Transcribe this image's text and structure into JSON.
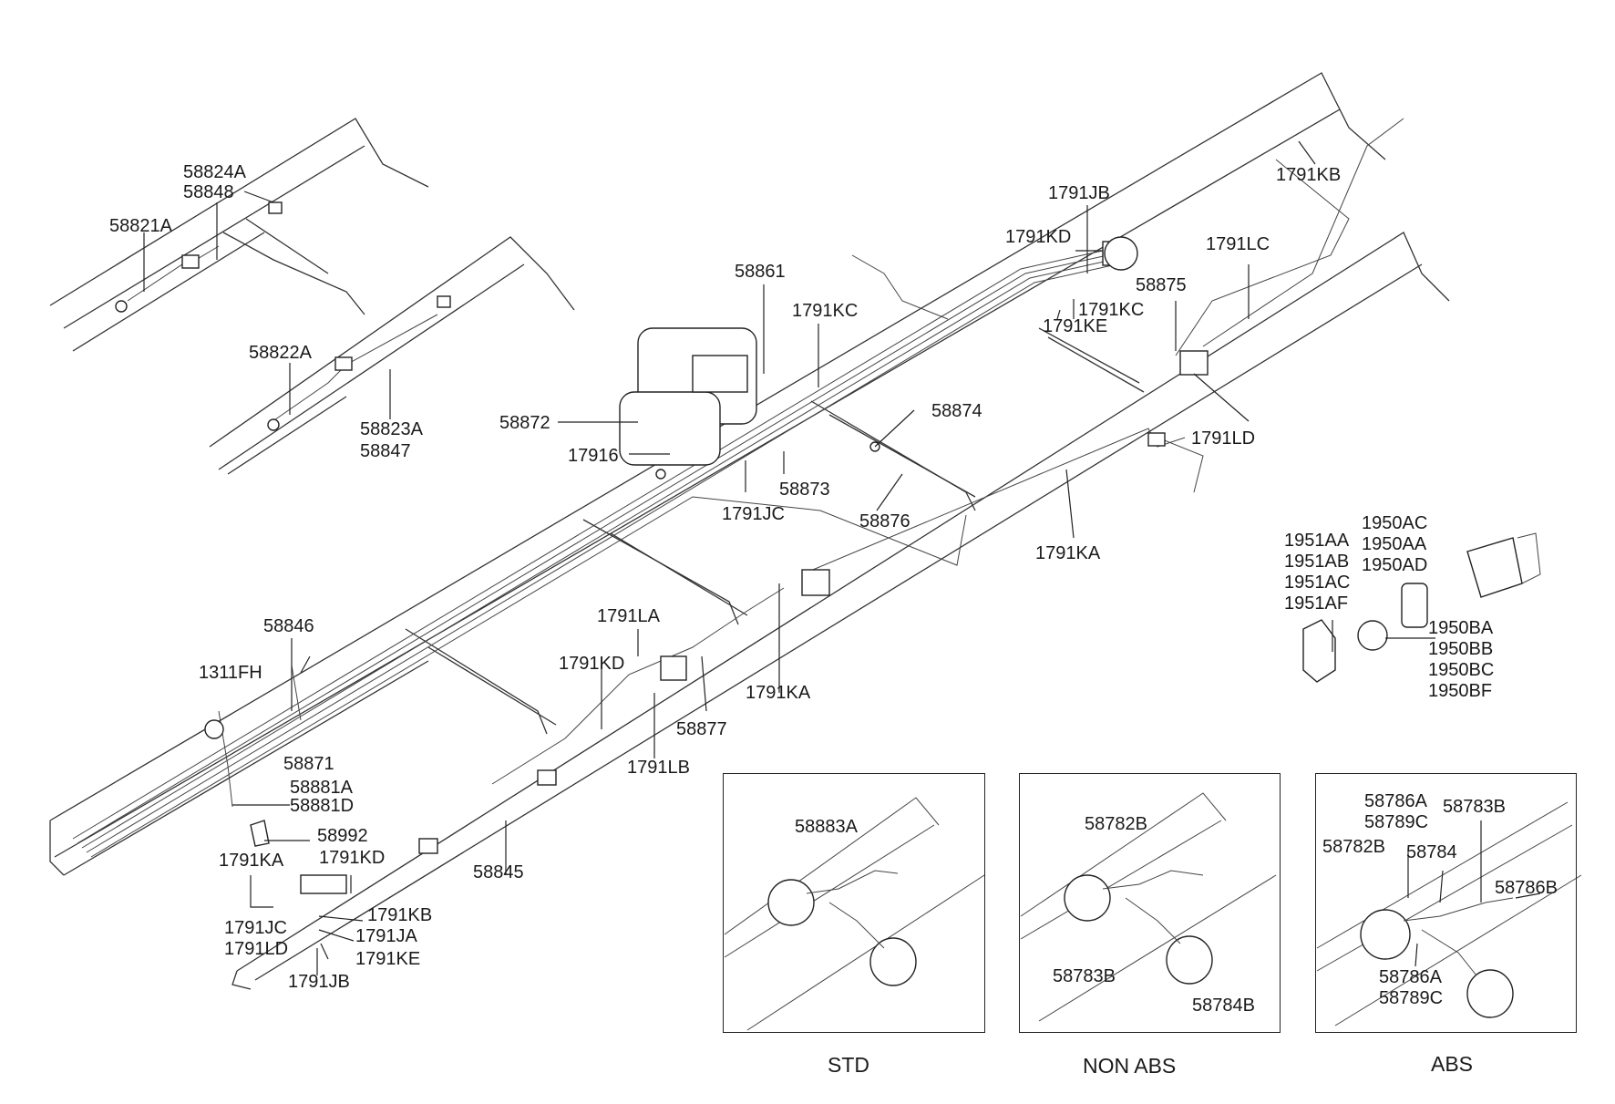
{
  "labels": [
    {
      "id": "l1",
      "text": "58824A"
    },
    {
      "id": "l2",
      "text": "58848"
    },
    {
      "id": "l3",
      "text": "58821A"
    },
    {
      "id": "l4",
      "text": "58822A"
    },
    {
      "id": "l5",
      "text": "58823A"
    },
    {
      "id": "l6",
      "text": "58847"
    },
    {
      "id": "l7",
      "text": "58861"
    },
    {
      "id": "l8",
      "text": "1791KC"
    },
    {
      "id": "l9",
      "text": "58872"
    },
    {
      "id": "l10",
      "text": "17916"
    },
    {
      "id": "l11",
      "text": "1791JC"
    },
    {
      "id": "l12",
      "text": "58873"
    },
    {
      "id": "l13",
      "text": "58874"
    },
    {
      "id": "l14",
      "text": "58876"
    },
    {
      "id": "l15",
      "text": "1791JB"
    },
    {
      "id": "l16",
      "text": "1791KD"
    },
    {
      "id": "l17",
      "text": "1791KC"
    },
    {
      "id": "l18",
      "text": "1791KE"
    },
    {
      "id": "l19",
      "text": "58875"
    },
    {
      "id": "l20",
      "text": "1791LC"
    },
    {
      "id": "l21",
      "text": "1791KB"
    },
    {
      "id": "l22",
      "text": "1791LD"
    },
    {
      "id": "l23",
      "text": "1791KA"
    },
    {
      "id": "l24",
      "text": "1951AA"
    },
    {
      "id": "l25",
      "text": "1951AB"
    },
    {
      "id": "l26",
      "text": "1951AC"
    },
    {
      "id": "l27",
      "text": "1951AF"
    },
    {
      "id": "l28",
      "text": "1950AC"
    },
    {
      "id": "l29",
      "text": "1950AA"
    },
    {
      "id": "l30",
      "text": "1950AD"
    },
    {
      "id": "l31",
      "text": "1950BA"
    },
    {
      "id": "l32",
      "text": "1950BB"
    },
    {
      "id": "l33",
      "text": "1950BC"
    },
    {
      "id": "l34",
      "text": "1950BF"
    },
    {
      "id": "l35",
      "text": "58846"
    },
    {
      "id": "l36",
      "text": "1311FH"
    },
    {
      "id": "l37",
      "text": "1791LA"
    },
    {
      "id": "l38",
      "text": "1791KD"
    },
    {
      "id": "l39",
      "text": "58871"
    },
    {
      "id": "l40",
      "text": "58881A"
    },
    {
      "id": "l41",
      "text": "58881D"
    },
    {
      "id": "l42",
      "text": "58877"
    },
    {
      "id": "l43",
      "text": "1791KA"
    },
    {
      "id": "l44",
      "text": "1791LB"
    },
    {
      "id": "l45",
      "text": "58992"
    },
    {
      "id": "l46",
      "text": "1791KA"
    },
    {
      "id": "l47",
      "text": "1791KD"
    },
    {
      "id": "l48",
      "text": "58845"
    },
    {
      "id": "l49",
      "text": "1791JC"
    },
    {
      "id": "l50",
      "text": "1791KB"
    },
    {
      "id": "l51",
      "text": "1791JA"
    },
    {
      "id": "l52",
      "text": "1791LD"
    },
    {
      "id": "l53",
      "text": "1791KE"
    },
    {
      "id": "l54",
      "text": "1791JB"
    },
    {
      "id": "l55",
      "text": "58883A"
    },
    {
      "id": "l56",
      "text": "58782B"
    },
    {
      "id": "l57",
      "text": "58783B"
    },
    {
      "id": "l58",
      "text": "58784B"
    },
    {
      "id": "l59",
      "text": "58786A"
    },
    {
      "id": "l60",
      "text": "58789C"
    },
    {
      "id": "l61",
      "text": "58783B"
    },
    {
      "id": "l62",
      "text": "58782B"
    },
    {
      "id": "l63",
      "text": "58784"
    },
    {
      "id": "l64",
      "text": "58786B"
    },
    {
      "id": "l65",
      "text": "58786A"
    },
    {
      "id": "l66",
      "text": "58789C"
    }
  ],
  "panels": {
    "std": {
      "caption": "STD"
    },
    "non_abs": {
      "caption": "NON ABS"
    },
    "abs": {
      "caption": "ABS"
    }
  }
}
